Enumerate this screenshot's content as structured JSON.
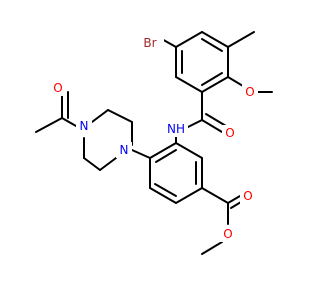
{
  "colors": {
    "bond": "#000000",
    "oxygen": "#ff0000",
    "nitrogen": "#0000ff",
    "bromine": "#a52a2a",
    "background": "#ffffff"
  },
  "molecule": {
    "atoms": {
      "br": "Br",
      "o_acetyl": "O",
      "n_piperazine_top": "N",
      "n_piperazine_bottom": "N",
      "nh_amide": "NH",
      "o_amide": "O",
      "o_methoxy": "O",
      "o_ester_carbonyl": "O",
      "o_ester": "O"
    }
  }
}
